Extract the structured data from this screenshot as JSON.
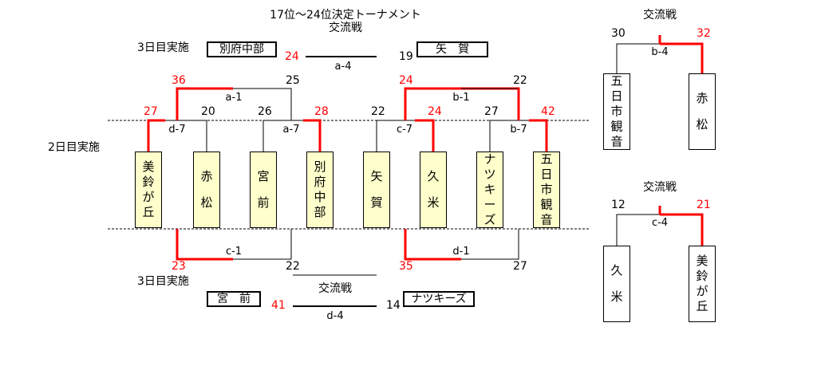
{
  "title": {
    "line1": "17位～24位決定トーナメント",
    "line2": "交流戦"
  },
  "labels": {
    "day3_top": "3日目実施",
    "day2": "2日目実施",
    "day3_bottom": "3日目実施",
    "koryusen_bottom": "交流戦"
  },
  "finals": {
    "top": {
      "left_team": "別府中部",
      "left_score": "24",
      "match": "a-4",
      "right_score": "19",
      "right_team": "矢　賀"
    },
    "bottom": {
      "left_team": "宮　前",
      "left_score": "41",
      "match": "d-4",
      "right_score": "14",
      "right_team": "ナツキーズ"
    }
  },
  "teams": [
    {
      "name": "美鈴が丘"
    },
    {
      "name": "赤松"
    },
    {
      "name": "宮前"
    },
    {
      "name": "別府中部"
    },
    {
      "name": "矢賀"
    },
    {
      "name": "久米"
    },
    {
      "name": "ナツキーズ"
    },
    {
      "name": "五日市観音"
    }
  ],
  "first_round": [
    {
      "match": "d-7",
      "left": "27",
      "right": "20"
    },
    {
      "match": "a-7",
      "left": "26",
      "right": "28"
    },
    {
      "match": "c-7",
      "left": "22",
      "right": "24"
    },
    {
      "match": "b-7",
      "left": "27",
      "right": "42"
    }
  ],
  "semis_top": [
    {
      "match": "a-1",
      "left": "36",
      "right": "25"
    },
    {
      "match": "b-1",
      "left": "24",
      "right": "22"
    }
  ],
  "semis_bottom": [
    {
      "match": "c-1",
      "left": "23",
      "right": "22"
    },
    {
      "match": "d-1",
      "left": "35",
      "right": "27"
    }
  ],
  "side_matches": [
    {
      "title": "交流戦",
      "match": "b-4",
      "left_score": "30",
      "right_score": "32",
      "left_team": "五日市観音",
      "right_team": "赤松"
    },
    {
      "title": "交流戦",
      "match": "c-4",
      "left_score": "12",
      "right_score": "21",
      "left_team": "久米",
      "right_team": "美鈴が丘"
    }
  ],
  "colors": {
    "winner": "#ff0000",
    "team_fill": "#ffffcc",
    "line": "#000000"
  }
}
